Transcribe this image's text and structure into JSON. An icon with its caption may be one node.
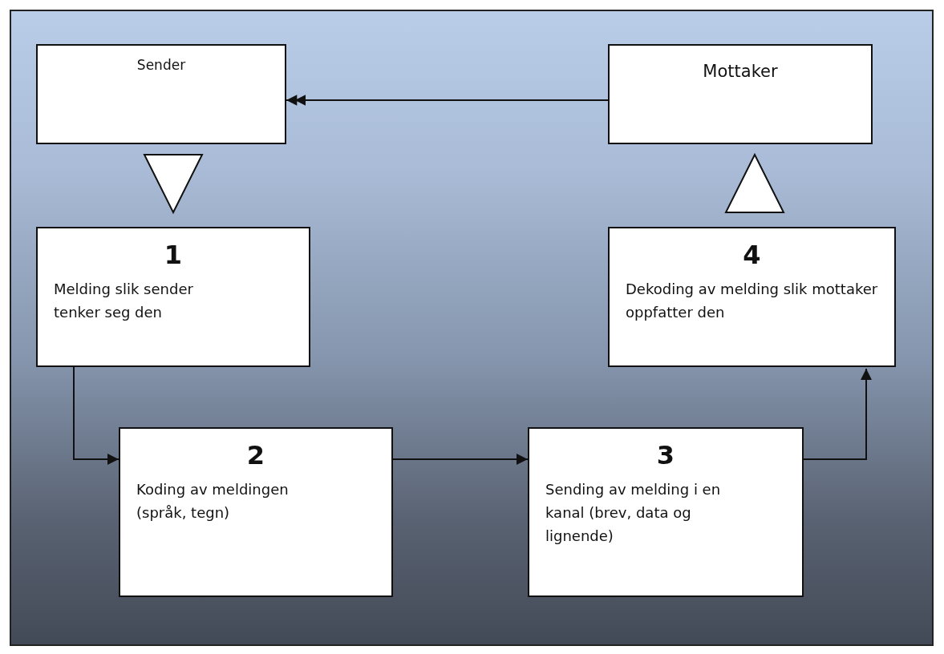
{
  "diagram": {
    "nodes": [
      {
        "text": [
          "Sender"
        ]
      },
      {
        "text": [
          "Mottaker"
        ]
      },
      {
        "text": [
          "1",
          "Melding slik sender tenker seg den"
        ]
      },
      {
        "text": [
          "2",
          "Koding av meldingen (språk, tegn)"
        ]
      },
      {
        "text": [
          "3",
          "Sending av melding i en kanal (brev, data og lignende)"
        ]
      },
      {
        "text": [
          "4",
          "Dekoding av melding slik mottaker oppfatter den"
        ]
      }
    ],
    "edges": [
      {
        "from": 1,
        "to": 0,
        "arrow": "to"
      },
      {
        "from": 0,
        "to": 2,
        "arrow": "to"
      },
      {
        "from": 2,
        "to": 3,
        "arrow": "to"
      },
      {
        "from": 3,
        "to": 4,
        "arrow": "to"
      },
      {
        "from": 4,
        "to": 5,
        "arrow": "to"
      },
      {
        "from": 5,
        "to": 1,
        "arrow": "to"
      }
    ]
  }
}
